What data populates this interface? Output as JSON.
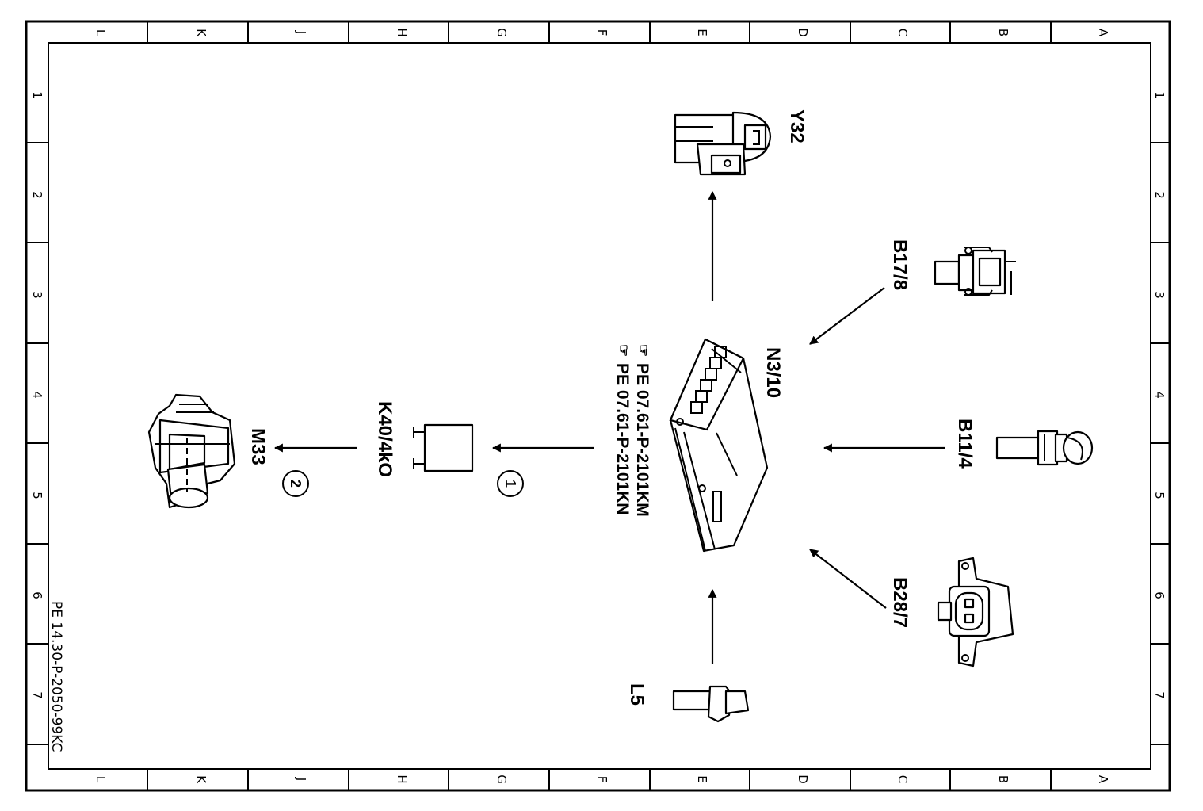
{
  "zones": {
    "letters": [
      "L",
      "K",
      "J",
      "H",
      "G",
      "F",
      "E",
      "D",
      "C",
      "B",
      "A"
    ],
    "numbers": [
      "1",
      "2",
      "3",
      "4",
      "5",
      "6",
      "7"
    ]
  },
  "components": {
    "control_unit": "N3/10",
    "solenoid": "Y32",
    "temp_sensor": "B17/8",
    "coolant_sensor": "B11/4",
    "pressure_sensor": "B28/7",
    "crank_sensor": "L5",
    "relay": "K40/4kO",
    "motor": "M33"
  },
  "references": [
    "PE 07.61-P-2101KM",
    "PE 07.61-P-2101KN"
  ],
  "callouts": [
    "1",
    "2"
  ],
  "doc_id": "PE 14.30-P-2050-99KC"
}
